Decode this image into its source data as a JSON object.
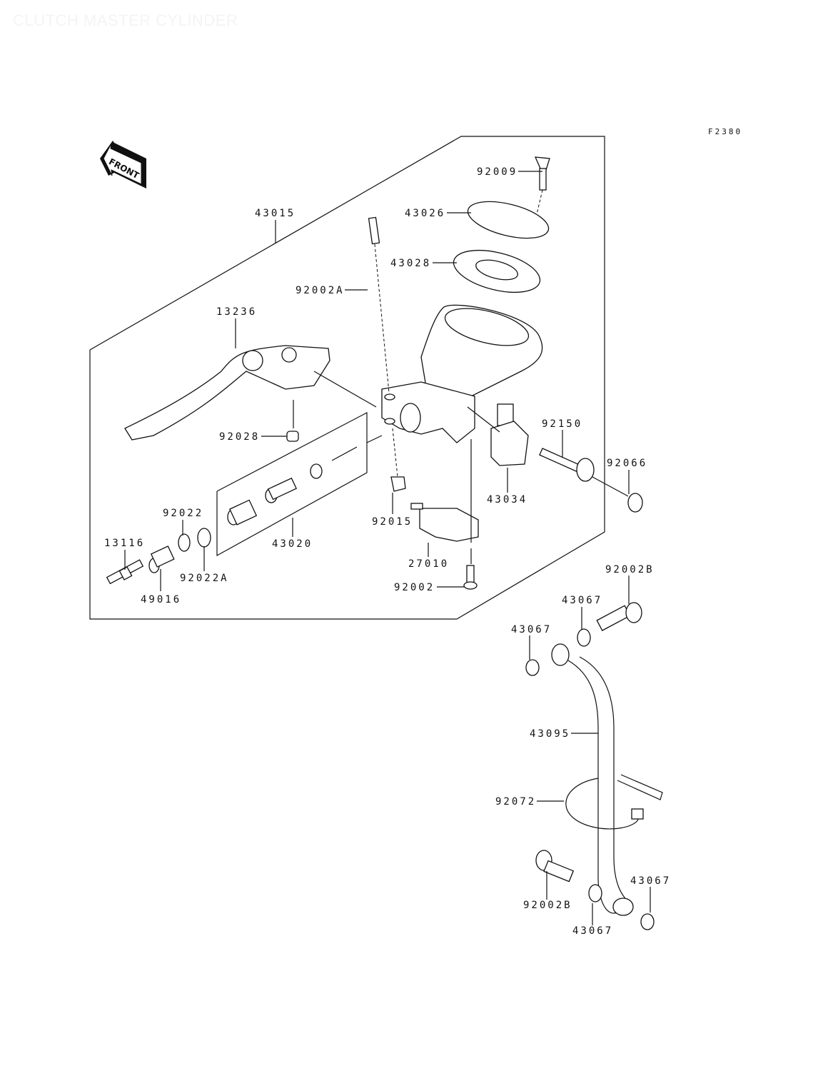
{
  "diagram": {
    "title": "CLUTCH MASTER CYLINDER",
    "figure_code": "F2380",
    "front_arrow_label": "FRONT",
    "parts": [
      {
        "id": "p92009",
        "number": "92009"
      },
      {
        "id": "p43026",
        "number": "43026"
      },
      {
        "id": "p43015",
        "number": "43015"
      },
      {
        "id": "p43028",
        "number": "43028"
      },
      {
        "id": "p92002A",
        "number": "92002A"
      },
      {
        "id": "p13236",
        "number": "13236"
      },
      {
        "id": "p92150",
        "number": "92150"
      },
      {
        "id": "p92028",
        "number": "92028"
      },
      {
        "id": "p92066",
        "number": "92066"
      },
      {
        "id": "p43034",
        "number": "43034"
      },
      {
        "id": "p92015",
        "number": "92015"
      },
      {
        "id": "p92022",
        "number": "92022"
      },
      {
        "id": "p43020",
        "number": "43020"
      },
      {
        "id": "p13116",
        "number": "13116"
      },
      {
        "id": "p27010",
        "number": "27010"
      },
      {
        "id": "p92022A",
        "number": "92022A"
      },
      {
        "id": "p49016",
        "number": "49016"
      },
      {
        "id": "p92002",
        "number": "92002"
      },
      {
        "id": "p92002B_top",
        "number": "92002B"
      },
      {
        "id": "p43067_a",
        "number": "43067"
      },
      {
        "id": "p43067_b",
        "number": "43067"
      },
      {
        "id": "p43095",
        "number": "43095"
      },
      {
        "id": "p92072",
        "number": "92072"
      },
      {
        "id": "p43067_c",
        "number": "43067"
      },
      {
        "id": "p92002B_bot",
        "number": "92002B"
      },
      {
        "id": "p43067_d",
        "number": "43067"
      }
    ]
  }
}
